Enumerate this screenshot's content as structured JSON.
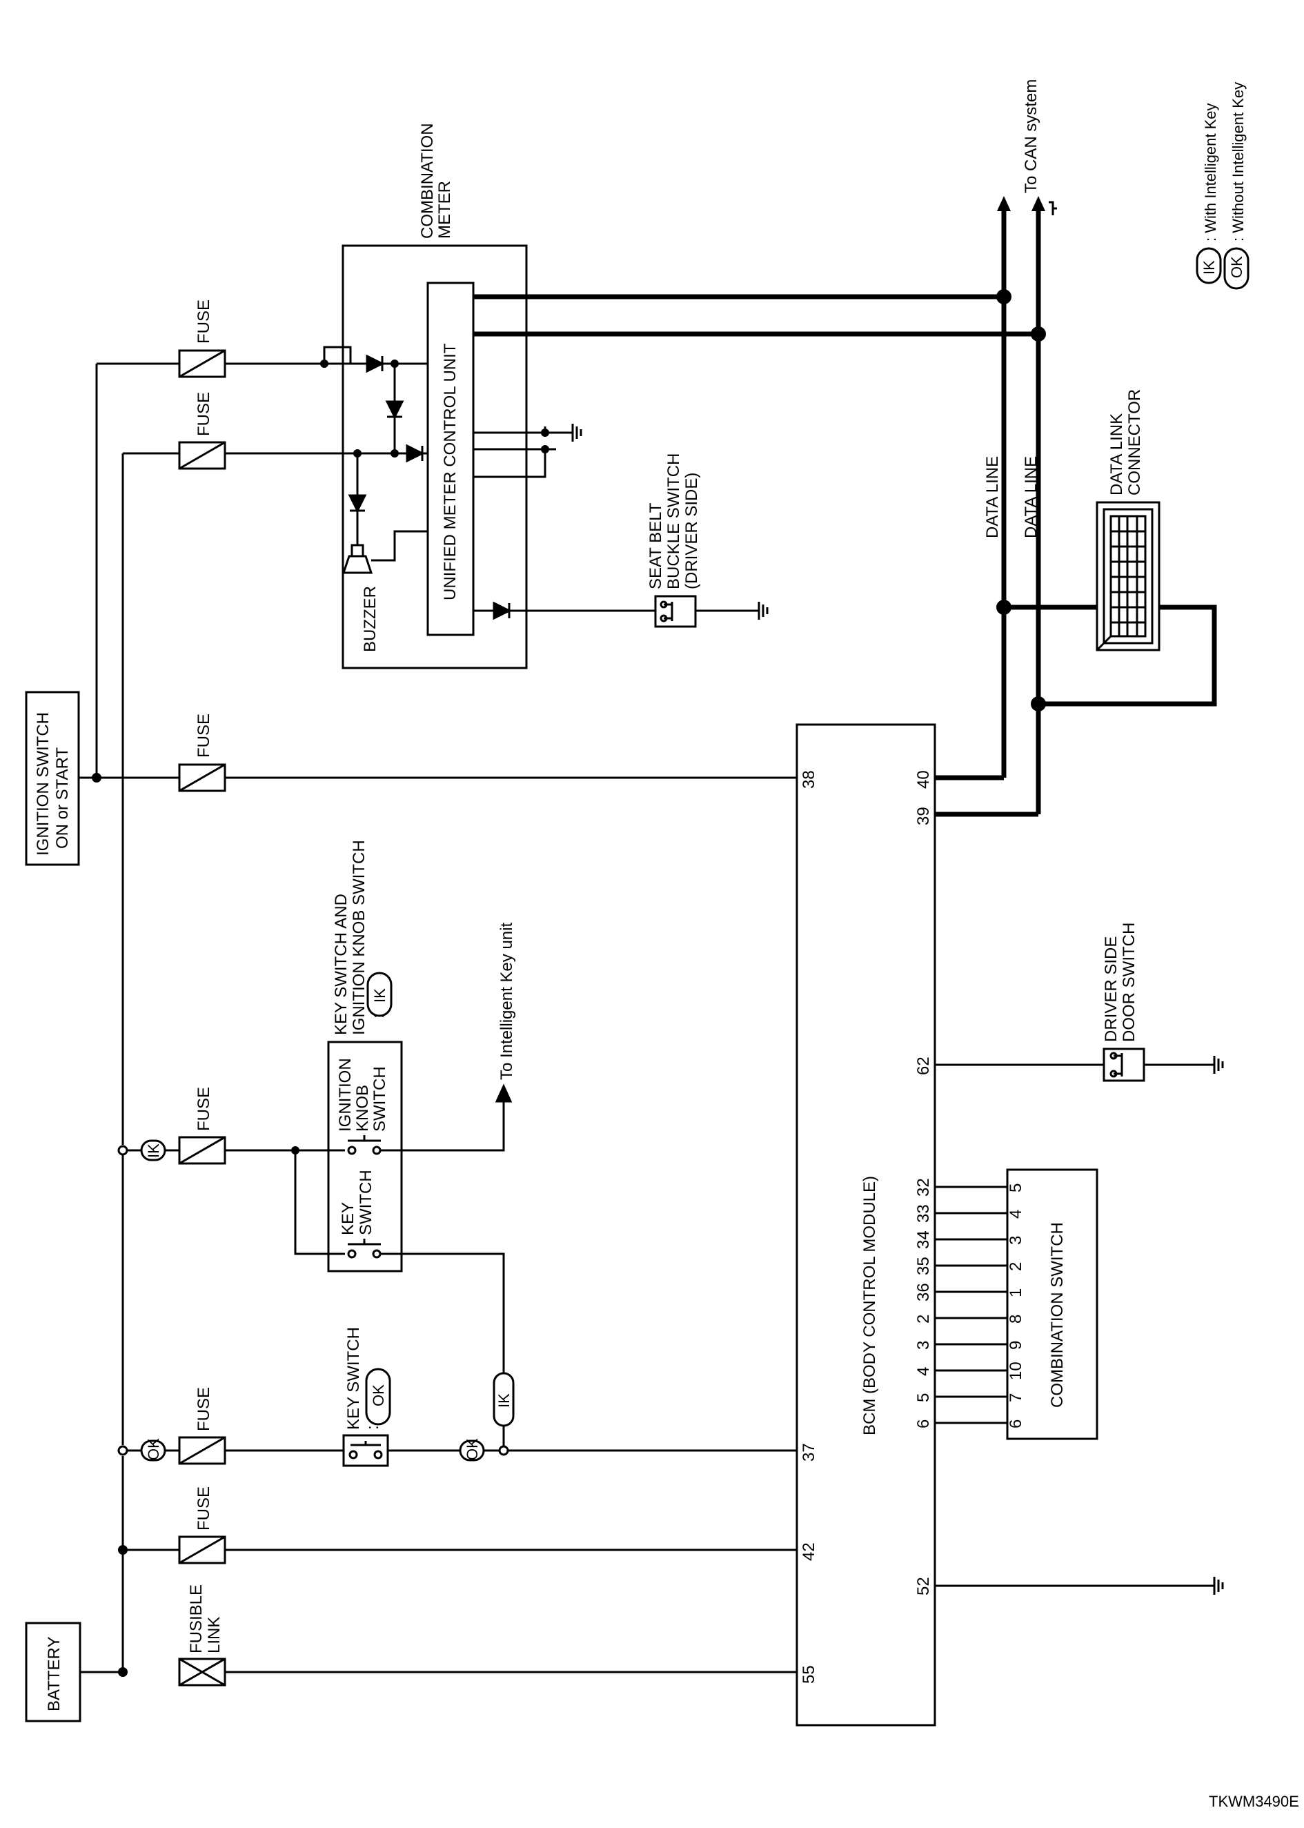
{
  "components": {
    "battery": "BATTERY",
    "ignition_switch": [
      "IGNITION SWITCH",
      "ON or START"
    ],
    "fusible_link": [
      "FUSIBLE",
      "LINK"
    ],
    "fuse": "FUSE",
    "combination_meter": [
      "COMBINATION",
      "METER"
    ],
    "unified_meter_control_unit": "UNIFIED METER CONTROL UNIT",
    "buzzer": "BUZZER",
    "seat_belt_switch": [
      "SEAT BELT",
      "BUCKLE SWITCH",
      "(DRIVER SIDE)"
    ],
    "key_switch_and_ignition_knob": [
      "KEY SWITCH AND",
      "IGNITION KNOB SWITCH"
    ],
    "ignition_knob_switch": [
      "IGNITION",
      "KNOB",
      "SWITCH"
    ],
    "key_switch_inner": [
      "KEY",
      "SWITCH"
    ],
    "key_switch_ok": "KEY SWITCH",
    "to_intelligent_key_unit": "To Intelligent Key unit",
    "bcm": "BCM (BODY CONTROL MODULE)",
    "driver_door_switch": [
      "DRIVER SIDE",
      "DOOR SWITCH"
    ],
    "combination_switch": "COMBINATION SWITCH",
    "data_link_connector": [
      "DATA LINK",
      "CONNECTOR"
    ],
    "data_line": "DATA LINE",
    "to_can_system": "To CAN system"
  },
  "legend": {
    "ik": {
      "code": "IK",
      "text": ": With Intelligent Key"
    },
    "ok": {
      "code": "OK",
      "text": ": Without Intelligent Key"
    },
    "colon": ":"
  },
  "bcm_terminals": {
    "t55": "55",
    "t42": "42",
    "t37": "37",
    "t38": "38",
    "t52": "52",
    "t62": "62",
    "t39": "39",
    "t40": "40"
  },
  "combination_switch_pins": {
    "bcm_side": [
      "6",
      "5",
      "4",
      "3",
      "2",
      "36",
      "35",
      "34",
      "33",
      "32"
    ],
    "switch_side": [
      "6",
      "7",
      "10",
      "9",
      "8",
      "1",
      "2",
      "3",
      "4",
      "5"
    ]
  },
  "figure_id": "TKWM3490E"
}
